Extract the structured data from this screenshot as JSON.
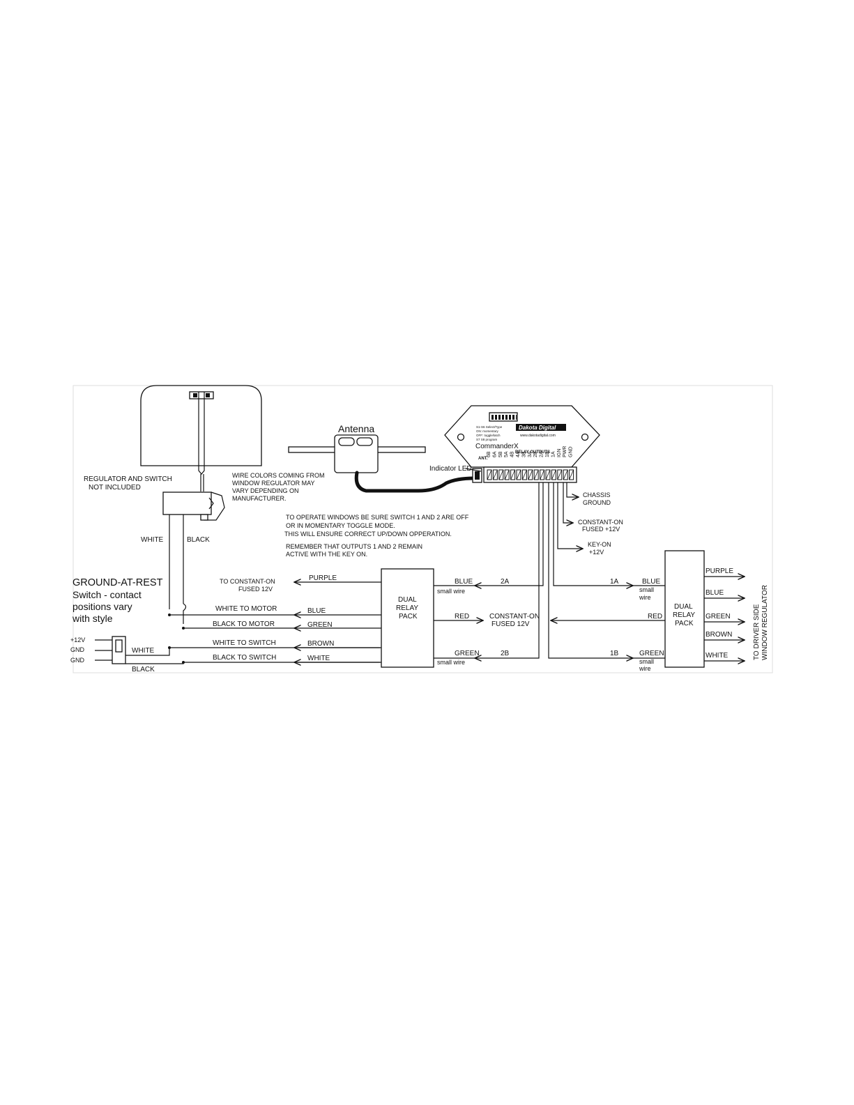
{
  "regulator": {
    "label_line1": "REGULATOR AND SWITCH",
    "label_line2": "NOT INCLUDED",
    "note_lines": [
      "WIRE COLORS COMING FROM",
      "WINDOW REGULATOR MAY",
      "VARY DEPENDING ON",
      "MANUFACTURER."
    ],
    "white": "WHITE",
    "black": "BLACK"
  },
  "antenna": {
    "label": "Antenna"
  },
  "module": {
    "brand": "Dakota Digital",
    "website": "www.dakotadigital.com",
    "name": "CommanderX",
    "relay_outputs": "RELAY OUTPUTS",
    "ant": "ANT.",
    "terminals": [
      "6B",
      "6A",
      "5B",
      "5A",
      "4B",
      "4A",
      "3B",
      "3A",
      "2B",
      "2A",
      "1B",
      "1A",
      "IGN",
      "PWR",
      "GND"
    ],
    "small_text": [
      "S1-S6 Select/Type",
      "ON: momentary",
      "OFF: toggle/latch",
      "S7 S8 program"
    ],
    "indicator": "Indicator LED"
  },
  "connections": {
    "chassis_ground": [
      "CHASSIS",
      "GROUND"
    ],
    "constant_on": [
      "CONSTANT-ON",
      "FUSED +12V"
    ],
    "key_on": [
      "KEY-ON",
      "+12V"
    ]
  },
  "instructions": {
    "lines1": [
      "TO OPERATE WINDOWS BE SURE SWITCH 1 AND 2 ARE OFF",
      "OR  IN MOMENTARY TOGGLE MODE.",
      "THIS WILL ENSURE CORRECT UP/DOWN OPPERATION."
    ],
    "lines2": [
      "REMEMBER THAT OUTPUTS 1 AND 2 REMAIN",
      "ACTIVE WITH THE KEY ON."
    ]
  },
  "switch_block": {
    "title": "GROUND-AT-REST",
    "subtitle": [
      "Switch - contact",
      "positions vary",
      "with style"
    ],
    "pins": [
      "+12V",
      "GND",
      "GND"
    ],
    "white": "WHITE",
    "black": "BLACK"
  },
  "left_wires": {
    "to_constant_on": [
      "TO CONSTANT-ON",
      "FUSED 12V"
    ],
    "white_to_motor": "WHITE  TO MOTOR",
    "black_to_motor": "BLACK TO MOTOR",
    "white_to_switch": "WHITE TO SWITCH",
    "black_to_switch": "BLACK TO SWITCH",
    "purple": "PURPLE",
    "blue": "BLUE",
    "green": "GREEN",
    "brown": "BROWN",
    "white": "WHITE"
  },
  "relay_left": {
    "label": [
      "DUAL",
      "RELAY",
      "PACK"
    ],
    "blue": "BLUE",
    "red": "RED",
    "green": "GREEN",
    "small_wire": "small wire",
    "out_2a": "2A",
    "out_2b": "2B",
    "constant_on": [
      "CONSTANT-ON",
      "FUSED 12V"
    ]
  },
  "relay_right": {
    "label": [
      "DUAL",
      "RELAY",
      "PACK"
    ],
    "out_1a": "1A",
    "out_1b": "1B",
    "blue": "BLUE",
    "green": "GREEN",
    "red": "RED",
    "small": "small",
    "wire": "wire",
    "outputs": [
      "PURPLE",
      "BLUE",
      "GREEN",
      "BROWN",
      "WHITE"
    ],
    "side_label": [
      "TO DRIVER SIDE",
      "WINDOW REGULATOR"
    ]
  }
}
